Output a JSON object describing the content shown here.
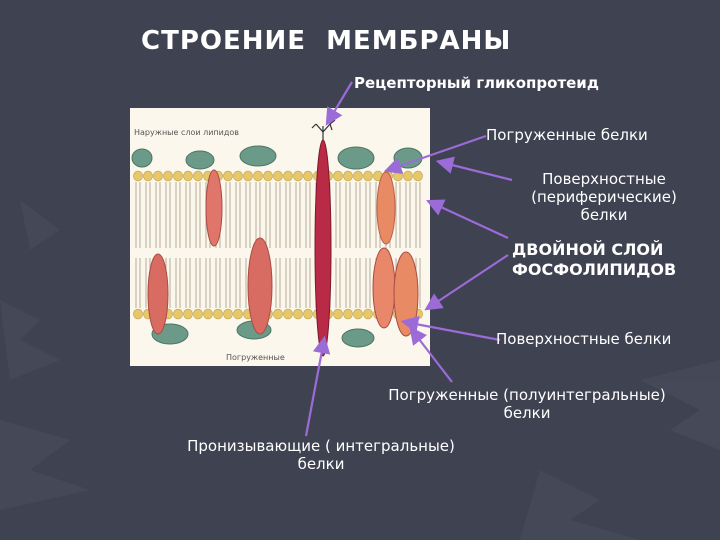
{
  "title": "СТРОЕНИЕ  МЕМБРАНЫ",
  "labels": {
    "receptor": "Рецепторный гликопротеид",
    "immersed_top": "Погруженные белки",
    "surface_peripheral": "Поверхностные\n(периферические)\nбелки",
    "bilayer": "ДВОЙНОЙ СЛОЙ\nФОСФОЛИПИДОВ",
    "surface_bottom": "Поверхностные белки",
    "immersed_semi": "Погруженные (полуинтегральные)\nбелки",
    "penetrating": "Пронизывающие ( интегральные)\nбелки"
  },
  "figure_text": {
    "top_caption": "Наружные слои липидов",
    "bottom_caption": "Погруженные"
  },
  "colors": {
    "background": "#3f4250",
    "arrow": "#9b6bd8",
    "head_yellow": "#e6c86a",
    "tail": "#9a8f78",
    "surface_protein": "#6b9b88",
    "protein_red": "#d86b62",
    "protein_orange": "#e88a64",
    "integral_crimson": "#b82a45"
  }
}
